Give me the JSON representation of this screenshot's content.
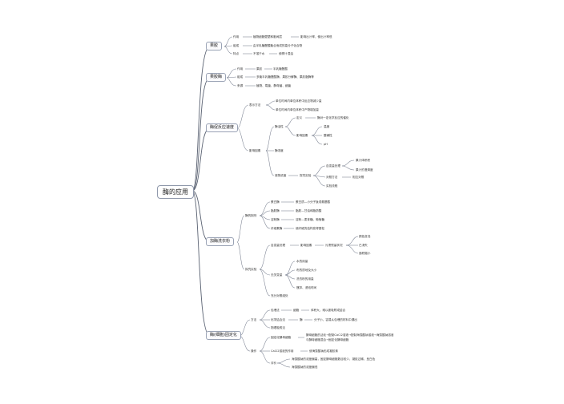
{
  "root": "酶的应用",
  "b1": {
    "title": "果胶",
    "n1": "作用",
    "n1a": "植物细胞壁壁和胞间层",
    "n1b": "影响出汁率，使出汁率低",
    "n2": "组成",
    "n2a": "由半乳糖醛酸聚合而成的高分子化合物",
    "n3": "特点",
    "n3a": "不溶于水",
    "n3b": "使榨汁混浊"
  },
  "b2": {
    "title": "果胶酶",
    "n1": "作用",
    "n1a": "果胶",
    "n1b": "半乳糖醛酸",
    "n2": "组成",
    "n2a": "多聚半乳糖醛酸酶、果胶分解酶、果胶脂酶等",
    "n3": "来源",
    "n3a": "植物、霉菌、酵母菌、细菌"
  },
  "b3": {
    "title": "酶促反应速度",
    "m1": "表示方法",
    "m1a": "单位时间内单位体积中反应物减少量",
    "m1b": "单位时间内单位体积中产物增加量",
    "m2": "影响因素",
    "act": "酶活性",
    "def": "定义",
    "def_a": "酶对一定化学反应的催化",
    "inf": "影响因素",
    "inf_a": "温度",
    "inf_b": "酸碱性",
    "inf_c": "pH",
    "conc": "酶浓度",
    "sub": "底物浓度",
    "exp": "探究实验",
    "v1": "自变量处理",
    "v1a": "果汁体积积",
    "v1b": "果汁的澄清度",
    "v2": "对照方法",
    "v2a": "相互对照",
    "v3": "实验流程"
  },
  "b4": {
    "title": "加酶洗衣粉",
    "kind": "酶的制剂",
    "k1": "蛋白酶",
    "k1a": "蛋白质—小分子肽或氨基酸",
    "k2": "脂肪酶",
    "k2a": "脂肪—甘油和脂肪酸",
    "k3": "淀粉酶",
    "k3a": "淀粉—麦芽糖、葡萄糖",
    "k4": "纤维素酶",
    "k4a": "使纤维的结构变得蓬松",
    "exp": "探究实验",
    "v1": "自变量处理",
    "v1a": "影响因素",
    "v1b": "污渍残留状况",
    "v1c": "颜色变浅",
    "v1d": "已消失",
    "v1e": "面积缩小",
    "ctrl": "无关变量",
    "c1": "水的用量",
    "c2": "布的质地及大小",
    "c3": "洗衣粉的用量",
    "c4": "搅拌、浸泡时间",
    "val": "充分对照组处"
  },
  "b5": {
    "title": "酶(细胞)固定化",
    "method": "方法",
    "m1": "包埋法",
    "m1a": "细胞",
    "m1b": "体积大，难以被吸附或结合",
    "m2": "化学结合法",
    "m2a": "酶",
    "m2b": "分子小，容易从包埋的材料中漏出",
    "m3": "物理吸附法",
    "app": "操作",
    "a1": "固定化酵母细胞",
    "a1a": "酵母细胞的活化→配制CaCl2溶液→配制海藻酸钠溶液→海藻酸钠溶液",
    "a1b": "与酵母细胞混合→固定化酵母细胞",
    "a2": "CaCl2溶液的作用",
    "a2a": "使海藻酸钠形成凝胶珠",
    "a3": "评价",
    "a3a": "海藻酸钠的浓度偏高，固定酵母细胞数目较少，凝胶过稀、呈白色",
    "a3b": "海藻酸钠的浓度偏低"
  }
}
